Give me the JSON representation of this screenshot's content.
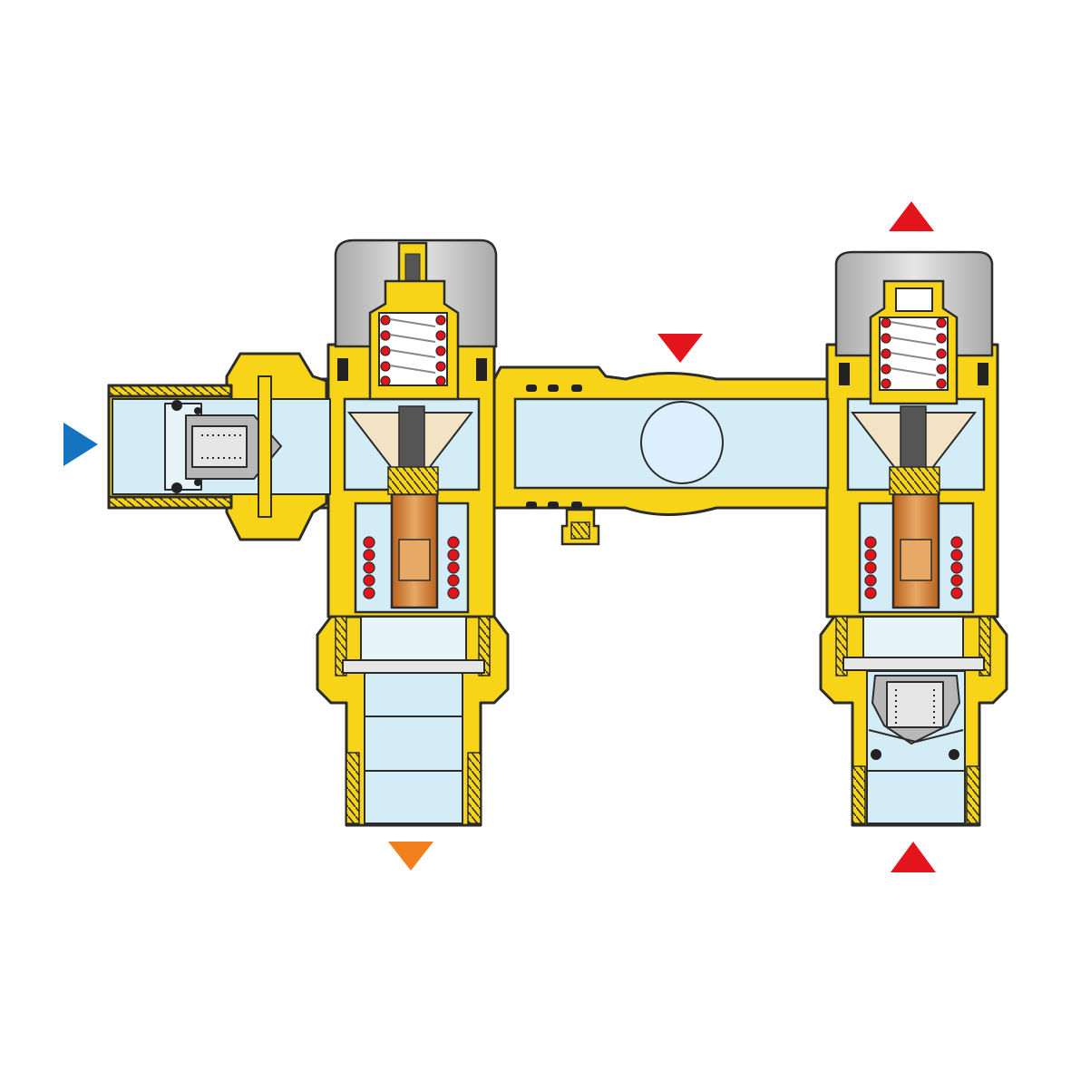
{
  "colors": {
    "brass": "#f7d417",
    "brass_dark": "#d8ae00",
    "outline": "#2b2b2b",
    "water": "#d4ecf6",
    "water_light": "#e6f4fa",
    "knob": "#c9c9c9",
    "knob_light": "#e4e4e4",
    "spring": "#e3141b",
    "wax": "#c8762a",
    "wax_light": "#e8a866",
    "stem": "#555555",
    "seal": "#222222",
    "cage": "#f2e3c4",
    "metal": "#b8b8b8",
    "arrow_inlet": "#1574c0",
    "arrow_hot": "#e3141b",
    "arrow_mixed": "#f07f1c"
  },
  "flow_arrows": [
    {
      "name": "cold-inlet-arrow",
      "direction": "right",
      "color_key": "arrow_inlet"
    },
    {
      "name": "hot-inlet-arrow-mid",
      "direction": "down",
      "color_key": "arrow_hot"
    },
    {
      "name": "hot-outlet-arrow-top",
      "direction": "up",
      "color_key": "arrow_hot"
    },
    {
      "name": "hot-inlet-arrow-bottom",
      "direction": "up",
      "color_key": "arrow_hot"
    },
    {
      "name": "mixed-outlet-arrow",
      "direction": "down",
      "color_key": "arrow_mixed"
    }
  ],
  "components": [
    "left-inlet-fitting",
    "check-valve-inlet",
    "thermostatic-cartridge-left",
    "adjustment-knob-left",
    "thermostatic-cartridge-right",
    "adjustment-knob-right",
    "crossover-pipe",
    "mixed-outlet-fitting",
    "check-valve-outlet",
    "drain-plug"
  ]
}
